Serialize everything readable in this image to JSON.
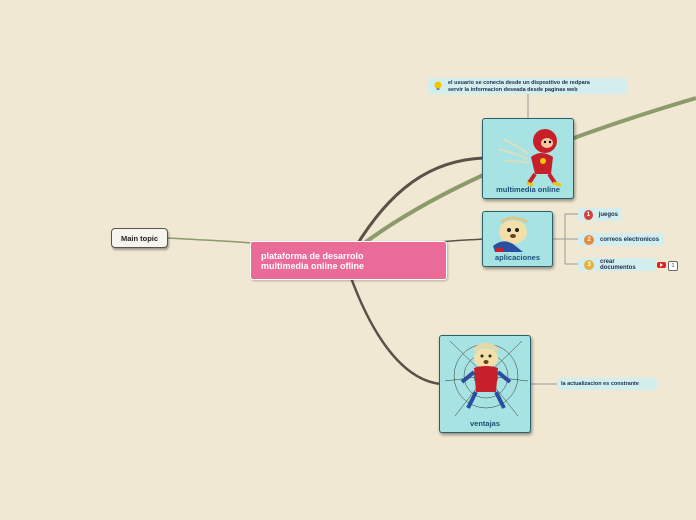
{
  "main_topic": "Main topic",
  "central": {
    "line1": "plataforma de desarrolo",
    "line2": "multimedia online ofline",
    "color": "#eb6b98"
  },
  "branches": {
    "multimedia": {
      "label": "multimedia online",
      "note_line1": "el usuario se conecta desde un dispositivo de redpara",
      "note_line2": "servir la informacion deseada desde paginas web"
    },
    "aplicaciones": {
      "label": "aplicaciones",
      "items": [
        {
          "num": "1",
          "label": "juegos",
          "color": "#d9403a"
        },
        {
          "num": "2",
          "label": "correos electronicos",
          "color": "#e88a3a"
        },
        {
          "num": "3",
          "label": "crear documentos",
          "color": "#e8b23a"
        }
      ],
      "attachment_count": "1"
    },
    "ventajas": {
      "label": "ventajas",
      "item": "la actualizacion es constrante"
    }
  },
  "colors": {
    "background": "#f0e8d2",
    "node_fill": "#a8e3e3",
    "subtopic_fill": "#d3eeee",
    "connector": "#5a5248",
    "accent_connector": "#8d9a6c"
  },
  "icons": {
    "note": "lightbulb-icon",
    "video": "video-icon"
  }
}
